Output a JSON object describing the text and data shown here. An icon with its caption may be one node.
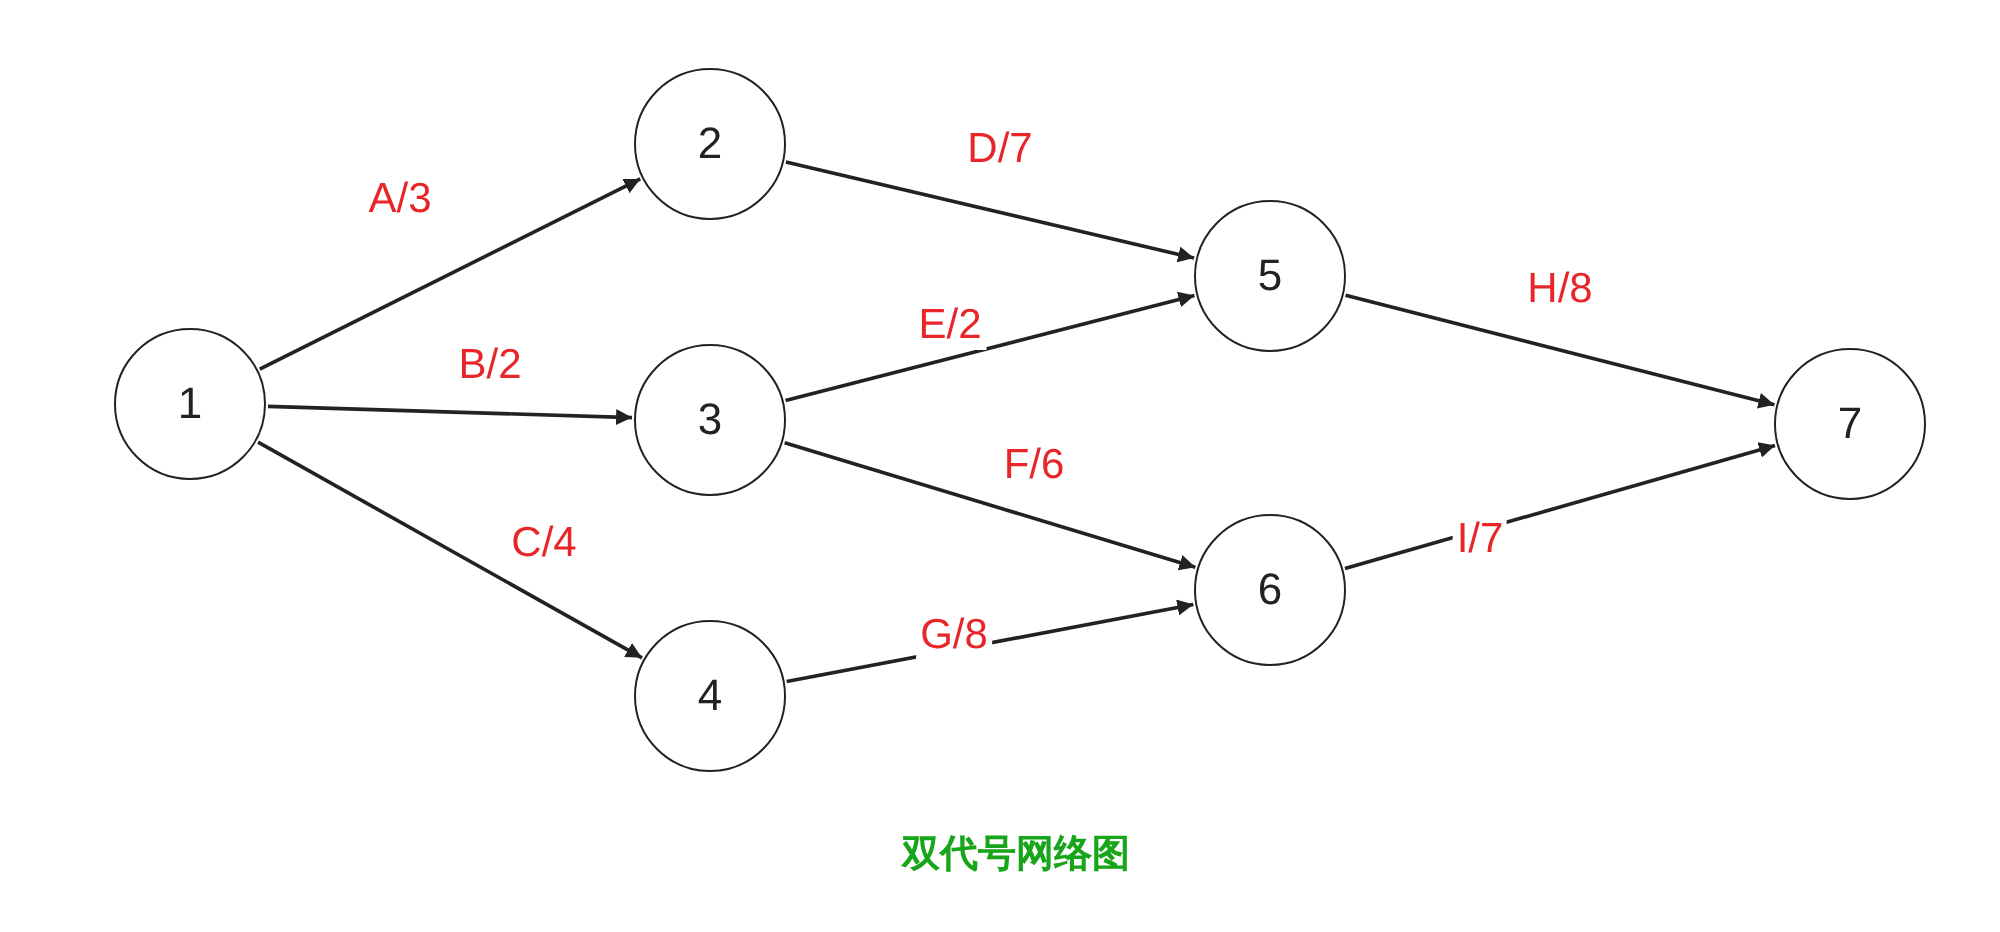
{
  "diagram": {
    "caption": "双代号网络图",
    "nodes": [
      {
        "text": [
          "1"
        ]
      },
      {
        "text": [
          "2"
        ]
      },
      {
        "text": [
          "3"
        ]
      },
      {
        "text": [
          "4"
        ]
      },
      {
        "text": [
          "5"
        ]
      },
      {
        "text": [
          "6"
        ]
      },
      {
        "text": [
          "7"
        ]
      }
    ],
    "edges": [
      {
        "from": 0,
        "to": 1,
        "arrow": "to",
        "label": "A/3"
      },
      {
        "from": 0,
        "to": 2,
        "arrow": "to",
        "label": "B/2"
      },
      {
        "from": 0,
        "to": 3,
        "arrow": "to",
        "label": "C/4"
      },
      {
        "from": 1,
        "to": 4,
        "arrow": "to",
        "label": "D/7"
      },
      {
        "from": 2,
        "to": 4,
        "arrow": "to",
        "label": "E/2"
      },
      {
        "from": 2,
        "to": 5,
        "arrow": "to",
        "label": "F/6"
      },
      {
        "from": 3,
        "to": 5,
        "arrow": "to",
        "label": "G/8"
      },
      {
        "from": 4,
        "to": 6,
        "arrow": "to",
        "label": "H/8"
      },
      {
        "from": 5,
        "to": 6,
        "arrow": "to",
        "label": "I/7"
      }
    ]
  }
}
